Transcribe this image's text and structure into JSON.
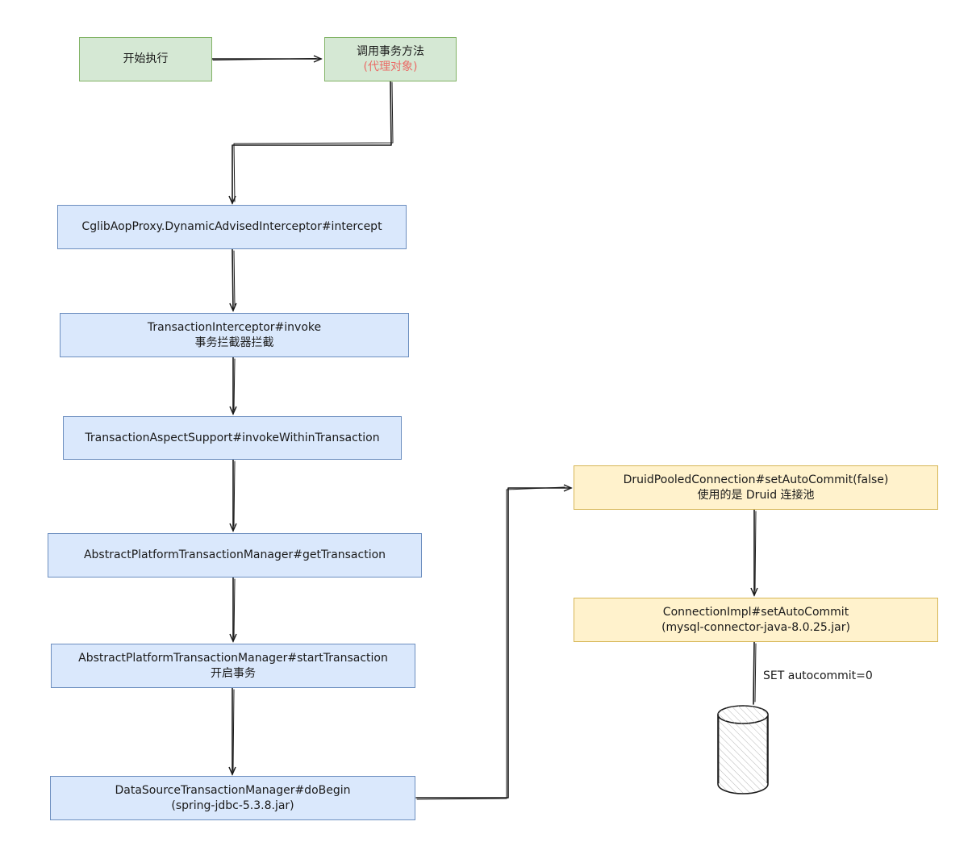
{
  "nodes": {
    "start": {
      "line1": "开始执行"
    },
    "call_tx": {
      "line1": "调用事务方法",
      "line2": "(代理对象)"
    },
    "cglib": {
      "line1": "CglibAopProxy.DynamicAdvisedInterceptor#intercept"
    },
    "tx_interceptor": {
      "line1": "TransactionInterceptor#invoke",
      "line2": "事务拦截器拦截"
    },
    "aspect_support": {
      "line1": "TransactionAspectSupport#invokeWithinTransaction"
    },
    "get_tx": {
      "line1": "AbstractPlatformTransactionManager#getTransaction"
    },
    "start_tx": {
      "line1": "AbstractPlatformTransactionManager#startTransaction",
      "line2": "开启事务"
    },
    "do_begin": {
      "line1": "DataSourceTransactionManager#doBegin",
      "line2": "(spring-jdbc-5.3.8.jar)"
    },
    "druid": {
      "line1": "DruidPooledConnection#setAutoCommit(false)",
      "line2": "使用的是 Druid 连接池"
    },
    "conn_impl": {
      "line1": "ConnectionImpl#setAutoCommit",
      "line2": "(mysql-connector-java-8.0.25.jar)"
    }
  },
  "edge_labels": {
    "sql": "SET autocommit=0"
  },
  "colors": {
    "green_fill": "#d5e8d4",
    "green_stroke": "#82b366",
    "blue_fill": "#dae8fc",
    "blue_stroke": "#6c8ebf",
    "yellow_fill": "#fff2cc",
    "yellow_stroke": "#d6b656",
    "note_red": "#ea6b66",
    "edge": "#1a1a1a"
  },
  "icons": {
    "database": "database-cylinder-icon"
  }
}
